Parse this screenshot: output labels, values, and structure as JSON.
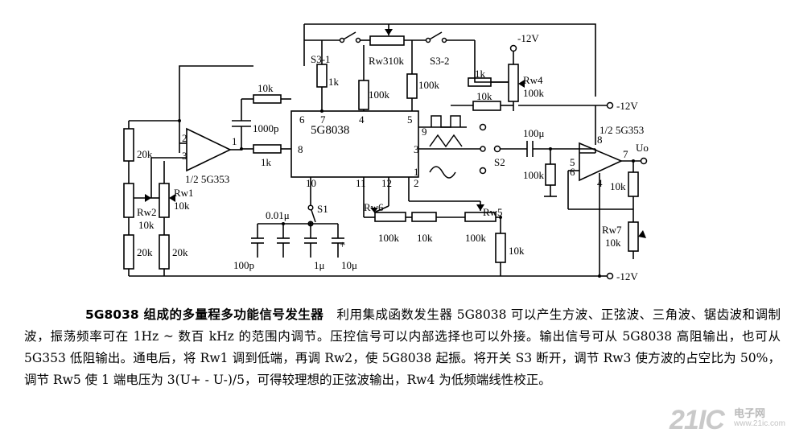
{
  "schematic": {
    "supply_top": "-12V",
    "supply_mid": "-12V",
    "supply_bottom": "-12V",
    "ic_name": "5G8038",
    "opamp_left_label": "1/2 5G353",
    "opamp_right_label": "1/2 5G353",
    "output_label": "Uo",
    "switch_s3_1": "S3-1",
    "switch_s3_2": "S3-2",
    "switch_s1": "S1",
    "switch_s2": "S2",
    "rw3_label": "Rw310k",
    "rw4_label": "Rw4",
    "rw4_value": "100k",
    "rw1_label": "Rw1",
    "rw1_value": "10k",
    "rw2_label": "Rw2",
    "rw2_value": "10k",
    "rw5_label": "Rw5",
    "rw6_label": "Rw6",
    "rw7_label": "Rw7",
    "rw7_value": "10k",
    "r_1k": "1k",
    "r_100k": "100k",
    "r_10k": "10k",
    "r_20k": "20k",
    "cap_1000p": "1000p",
    "cap_100p": "100p",
    "cap_0_01u": "0.01μ",
    "cap_1u": "1μ",
    "cap_10u": "10μ",
    "cap_100u": "100μ",
    "pin_1": "1",
    "pin_2": "2",
    "pin_3": "3",
    "pin_4": "4",
    "pin_5": "5",
    "pin_6": "6",
    "pin_7": "7",
    "pin_8": "8",
    "pin_9": "9",
    "pin_10": "10",
    "pin_11": "11",
    "pin_12": "12",
    "plus": "+",
    "minus": "-"
  },
  "caption": {
    "title": "5G8038 组成的多量程多功能信号发生器",
    "body": "利用集成函数发生器 5G8038 可以产生方波、正弦波、三角波、锯齿波和调制波，振荡频率可在 1Hz ~ 数百 kHz 的范围内调节。压控信号可以内部选择也可以外接。输出信号可从 5G8038 高阻输出，也可从 5G353 低阻输出。通电后，将 Rw1 调到低端，再调 Rw2，使 5G8038 起振。将开关 S3 断开，调节 Rw3 使方波的占空比为 50%，调节 Rw5 使 1 端电压为 3(U+ - U-)/5，可得较理想的正弦波输出，Rw4 为低频端线性校正。"
  },
  "watermark": {
    "number": "21IC",
    "cn": "电子网",
    "url": "www.21ic.com"
  }
}
